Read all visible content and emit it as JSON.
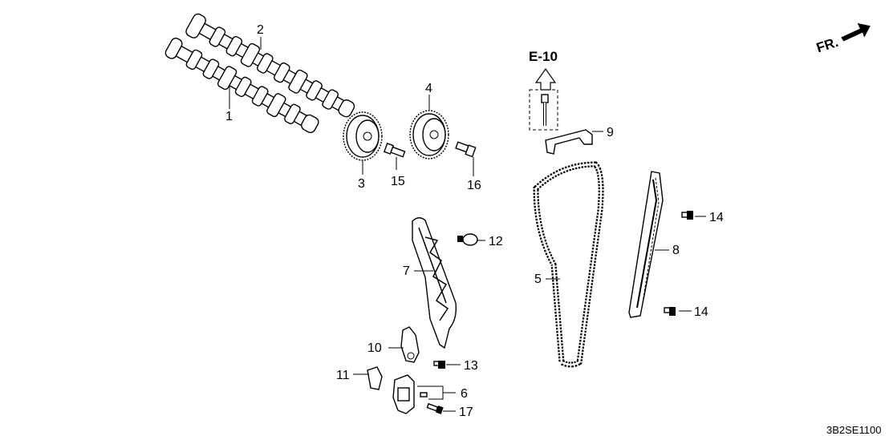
{
  "diagram": {
    "direction_label": "FR.",
    "reference_label": "E-10",
    "diagram_code": "3B2SE1100",
    "callouts": [
      "1",
      "2",
      "3",
      "4",
      "5",
      "6",
      "7",
      "8",
      "9",
      "10",
      "11",
      "12",
      "13",
      "14",
      "15",
      "16",
      "17"
    ],
    "callout_14_second": "14"
  }
}
